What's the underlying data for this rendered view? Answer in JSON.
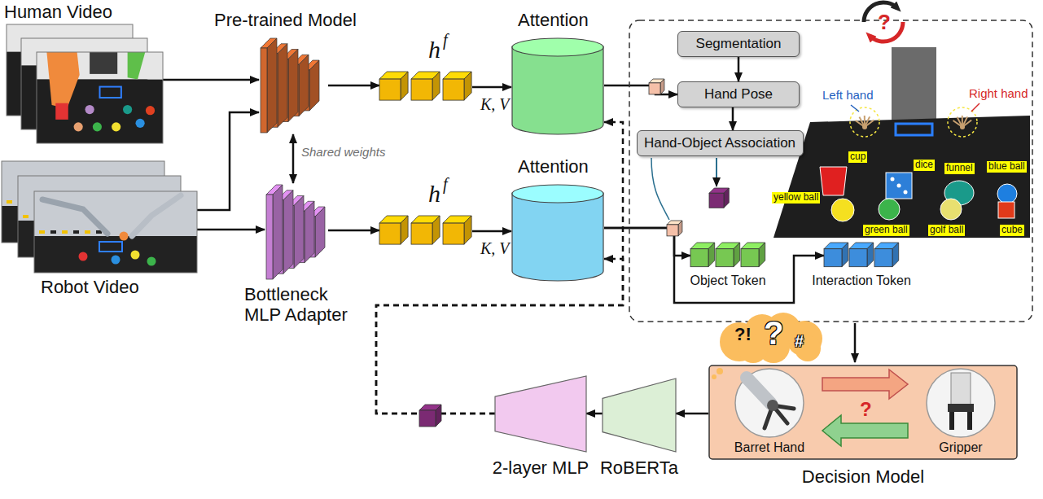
{
  "diagram": {
    "nodes": [
      {
        "text": [
          "Human Video"
        ]
      },
      {
        "text": [
          "Pre-trained Model"
        ]
      },
      {
        "text": [
          "h",
          "f"
        ]
      },
      {
        "text": [
          "Attention"
        ]
      },
      {
        "text": [
          "Segmentation"
        ]
      },
      {
        "text": [
          "Hand Pose"
        ]
      },
      {
        "text": [
          "Hand-Object Association"
        ]
      },
      {
        "text": [
          "Robot Video"
        ]
      },
      {
        "text": [
          "Bottleneck MLP Adapter"
        ]
      },
      {
        "text": [
          "h",
          "f"
        ]
      },
      {
        "text": [
          "Attention"
        ]
      },
      {
        "text": [
          "Object Token"
        ]
      },
      {
        "text": [
          "Interaction Token"
        ]
      },
      {
        "text": [
          "?!",
          "?",
          "#"
        ]
      },
      {
        "text": [
          "Decision Model"
        ]
      },
      {
        "text": [
          "Barret Hand"
        ],
        "in": 14
      },
      {
        "text": [
          "Gripper"
        ],
        "in": 14
      },
      {
        "text": [
          "RoBERTa"
        ]
      },
      {
        "text": [
          "2-layer MLP"
        ]
      }
    ],
    "edges": [
      {
        "from": 0,
        "to": 1,
        "arrow": "to"
      },
      {
        "from": 7,
        "to": 1,
        "arrow": "to"
      },
      {
        "from": 7,
        "to": 8,
        "arrow": "to"
      },
      {
        "from": 1,
        "to": 8,
        "label": "Shared weights",
        "arrow": "both"
      },
      {
        "from": 1,
        "to": 2,
        "arrow": "to"
      },
      {
        "from": 8,
        "to": 9,
        "arrow": "to"
      },
      {
        "from": 2,
        "to": 3,
        "label": "K, V",
        "arrow": "to"
      },
      {
        "from": 9,
        "to": 10,
        "label": "K, V",
        "arrow": "to"
      },
      {
        "from": 3,
        "to": 5,
        "arrow": "to"
      },
      {
        "from": 4,
        "to": 5,
        "arrow": "to"
      },
      {
        "from": 5,
        "to": 6,
        "arrow": "to"
      },
      {
        "from": 10,
        "to": 11,
        "arrow": "to"
      },
      {
        "from": 10,
        "to": 12,
        "arrow": "to"
      },
      {
        "from": 14,
        "to": 17,
        "arrow": "to"
      },
      {
        "from": 17,
        "to": 18,
        "arrow": "to"
      },
      {
        "from": 18,
        "to": 3,
        "arrow": "to"
      },
      {
        "from": 18,
        "to": 10,
        "arrow": "to"
      }
    ],
    "labels": [
      "?",
      "Left hand",
      "Right hand",
      "cup",
      "dice",
      "funnel",
      "blue ball",
      "yellow ball",
      "green ball",
      "golf ball",
      "cube",
      "?"
    ]
  }
}
